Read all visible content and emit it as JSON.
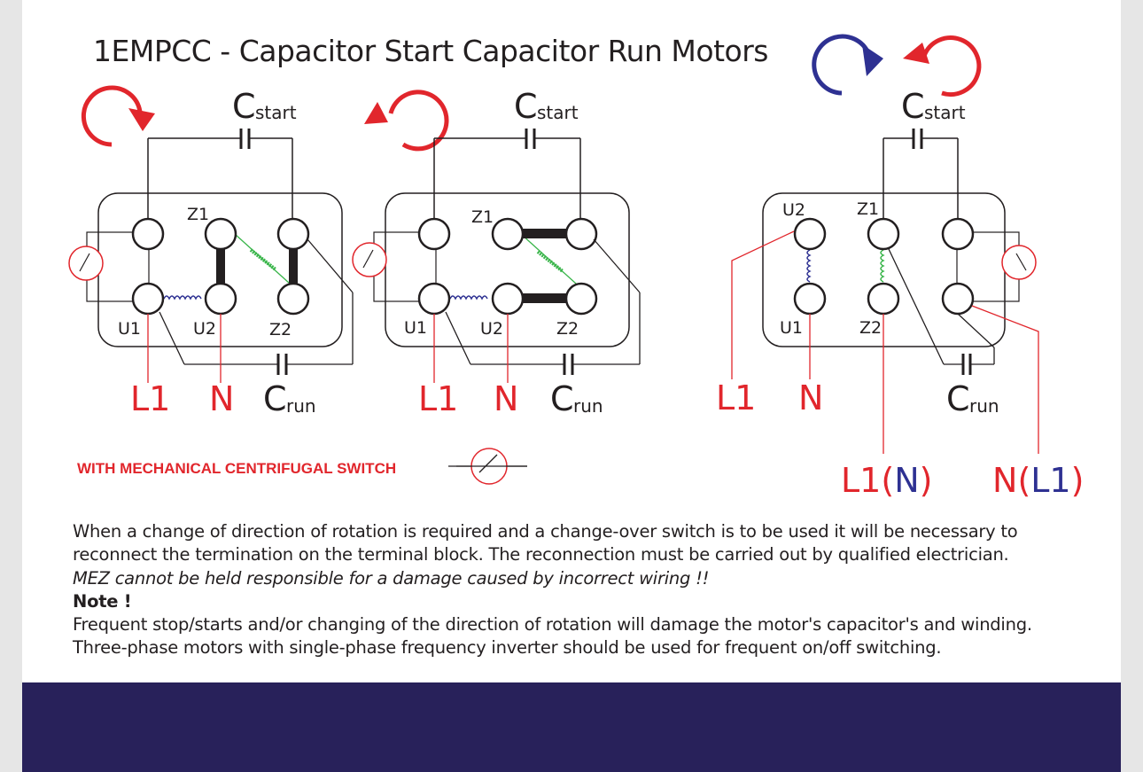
{
  "title": "1EMPCC - Capacitor Start Capacitor Run Motors",
  "terminals": {
    "u1": "U1",
    "u2": "U2",
    "z1": "Z1",
    "z2": "Z2",
    "line": "L1",
    "neutral": "N",
    "c_letter": "C",
    "start_sub": "start",
    "run_sub": "run"
  },
  "reverse_labels": {
    "left_main": "L1",
    "left_paren": "N",
    "right_main": "N",
    "right_paren": "L1",
    "open_paren": "(",
    "close_paren": ")"
  },
  "switch_note": "WITH MECHANICAL CENTRIFUGAL SWITCH",
  "text": {
    "line1": "When a change of direction of rotation is required and a change-over switch is to be used it will be necessary to",
    "line2": "reconnect the termination on the terminal block. The reconnection must be carried out by qualified electrician.",
    "line3": "MEZ cannot be held responsible for a damage caused by incorrect wiring !!",
    "note_label": "Note !",
    "line4": "Frequent stop/starts and/or changing of the direction of rotation will damage the motor's capacitor's and winding.",
    "line5": "Three-phase motors with single-phase frequency inverter should be used for frequent on/off switching."
  },
  "colors": {
    "red": "#e1262c",
    "blue": "#2e3192",
    "green": "#39b54a",
    "ink": "#231f20",
    "footer": "#28215a"
  },
  "icons": [
    "clockwise-arrow-icon",
    "counterclockwise-arrow-icon",
    "centrifugal-switch-icon",
    "capacitor-icon",
    "coil-icon"
  ]
}
